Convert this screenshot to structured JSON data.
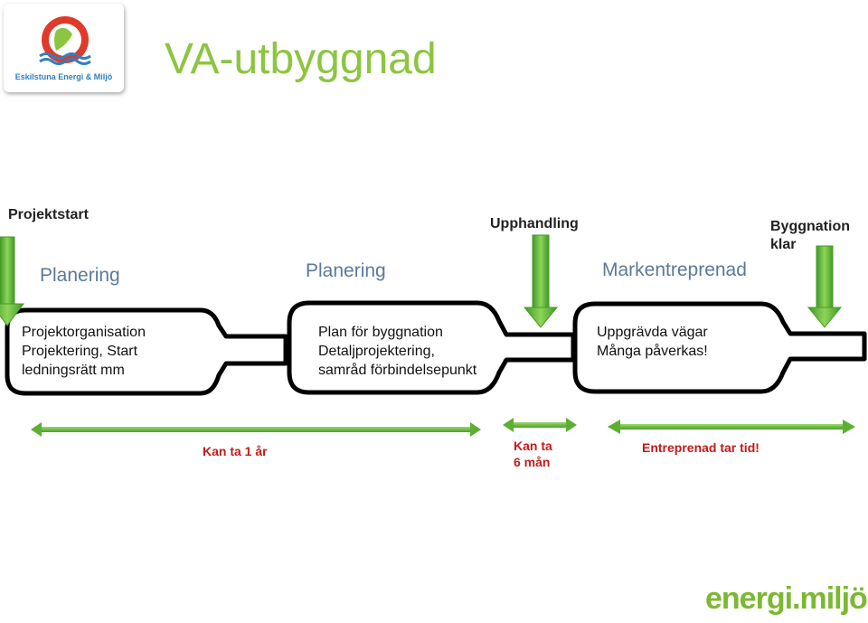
{
  "header": {
    "title": "VA-utbyggnad",
    "logo_text": "Eskilstuna Energi & Miljö"
  },
  "milestones": {
    "start": "Projektstart",
    "procurement": "Upphandling",
    "done_line1": "Byggnation",
    "done_line2": "klar"
  },
  "phases": {
    "phase1": "Planering",
    "phase2": "Planering",
    "phase3": "Markentreprenad"
  },
  "bottles": {
    "b1": [
      "Projektorganisation",
      "Projektering, Start",
      "ledningsrätt mm"
    ],
    "b2": [
      "Plan för byggnation",
      "Detaljprojektering,",
      "samråd förbindelsepunkt"
    ],
    "b3": [
      "Uppgrävda vägar",
      "Många påverkas!"
    ]
  },
  "durations": {
    "d1": "Kan ta 1 år",
    "d2_line1": "Kan ta",
    "d2_line2": "6 mån",
    "d3": "Entreprenad tar tid!"
  },
  "footer": {
    "brand": "energi.miljö"
  },
  "colors": {
    "accent_green": "#8cc540",
    "arrow_green": "#5cb030",
    "phase_text": "#5a7a99",
    "duration_red": "#c41a1a",
    "logo_red": "#e03a2a",
    "logo_blue": "#2f7fc0"
  }
}
